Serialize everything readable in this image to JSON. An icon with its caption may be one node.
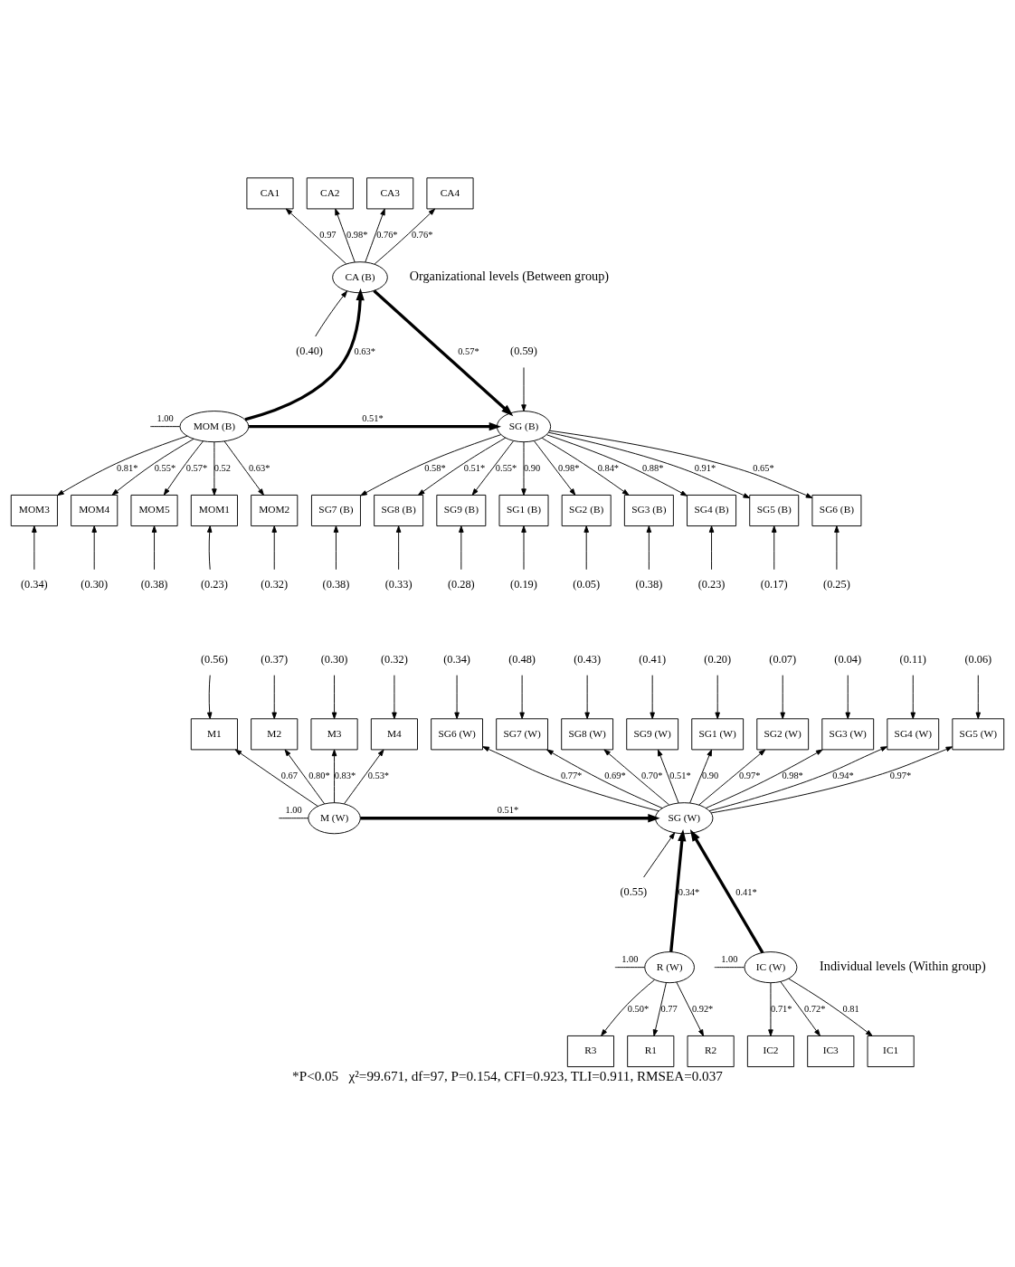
{
  "diagram": {
    "caption": "*P<0.05   χ²=99.671, df=97, P=0.154, CFI=0.923, TLI=0.911, RMSEA=0.037",
    "nodes": [
      {
        "text": [
          "CA1"
        ]
      },
      {
        "text": [
          "CA2"
        ]
      },
      {
        "text": [
          "CA3"
        ]
      },
      {
        "text": [
          "CA4"
        ]
      },
      {
        "text": [
          "CA (B)"
        ]
      },
      {
        "text": [
          "(0.40)"
        ]
      },
      {
        "text": [
          "MOM (B)"
        ]
      },
      {
        "text": [
          "SG (B)"
        ]
      },
      {
        "text": [
          "(0.59)"
        ]
      },
      {
        "text": [
          "MOM1"
        ]
      },
      {
        "text": [
          "MOM2"
        ]
      },
      {
        "text": [
          "MOM3"
        ]
      },
      {
        "text": [
          "MOM4"
        ]
      },
      {
        "text": [
          "MOM5"
        ]
      },
      {
        "text": [
          "SG1 (B)"
        ]
      },
      {
        "text": [
          "SG2 (B)"
        ]
      },
      {
        "text": [
          "SG3 (B)"
        ]
      },
      {
        "text": [
          "SG4 (B)"
        ]
      },
      {
        "text": [
          "SG5 (B)"
        ]
      },
      {
        "text": [
          "SG6 (B)"
        ]
      },
      {
        "text": [
          "SG7 (B)"
        ]
      },
      {
        "text": [
          "SG8 (B)"
        ]
      },
      {
        "text": [
          "SG9 (B)"
        ]
      },
      {
        "text": [
          "(0.23)"
        ]
      },
      {
        "text": [
          "(0.32)"
        ]
      },
      {
        "text": [
          "(0.34)"
        ]
      },
      {
        "text": [
          "(0.30)"
        ]
      },
      {
        "text": [
          "(0.38)"
        ]
      },
      {
        "text": [
          "(0.19)"
        ]
      },
      {
        "text": [
          "(0.05)"
        ]
      },
      {
        "text": [
          "(0.38)"
        ]
      },
      {
        "text": [
          "(0.23)"
        ]
      },
      {
        "text": [
          "(0.17)"
        ]
      },
      {
        "text": [
          "(0.25)"
        ]
      },
      {
        "text": [
          "(0.38)"
        ]
      },
      {
        "text": [
          "(0.33)"
        ]
      },
      {
        "text": [
          "(0.28)"
        ]
      },
      {
        "text": [
          "(0.56)"
        ]
      },
      {
        "text": [
          "(0.37)"
        ]
      },
      {
        "text": [
          "(0.30)"
        ]
      },
      {
        "text": [
          "(0.32)"
        ]
      },
      {
        "text": [
          "(0.20)"
        ]
      },
      {
        "text": [
          "(0.07)"
        ]
      },
      {
        "text": [
          "(0.04)"
        ]
      },
      {
        "text": [
          "(0.11)"
        ]
      },
      {
        "text": [
          "(0.06)"
        ]
      },
      {
        "text": [
          "(0.34)"
        ]
      },
      {
        "text": [
          "(0.48)"
        ]
      },
      {
        "text": [
          "(0.43)"
        ]
      },
      {
        "text": [
          "(0.41)"
        ]
      },
      {
        "text": [
          "M1"
        ]
      },
      {
        "text": [
          "M2"
        ]
      },
      {
        "text": [
          "M3"
        ]
      },
      {
        "text": [
          "M4"
        ]
      },
      {
        "text": [
          "SG1 (W)"
        ]
      },
      {
        "text": [
          "SG2 (W)"
        ]
      },
      {
        "text": [
          "SG3 (W)"
        ]
      },
      {
        "text": [
          "SG4 (W)"
        ]
      },
      {
        "text": [
          "SG5 (W)"
        ]
      },
      {
        "text": [
          "SG6 (W)"
        ]
      },
      {
        "text": [
          "SG7 (W)"
        ]
      },
      {
        "text": [
          "SG8 (W)"
        ]
      },
      {
        "text": [
          "SG9 (W)"
        ]
      },
      {
        "text": [
          "M (W)"
        ]
      },
      {
        "text": [
          "SG (W)"
        ]
      },
      {
        "text": [
          "(0.55)"
        ]
      },
      {
        "text": [
          "R (W)"
        ]
      },
      {
        "text": [
          "IC (W)"
        ]
      },
      {
        "text": [
          "R1"
        ]
      },
      {
        "text": [
          "R2"
        ]
      },
      {
        "text": [
          "R3"
        ]
      },
      {
        "text": [
          "IC1"
        ]
      },
      {
        "text": [
          "IC2"
        ]
      },
      {
        "text": [
          "IC3"
        ]
      }
    ],
    "edges": [
      {
        "from": 4,
        "to": 0,
        "arrow": "to",
        "label": "0.97"
      },
      {
        "from": 4,
        "to": 1,
        "arrow": "to",
        "label": "0.98*"
      },
      {
        "from": 4,
        "to": 2,
        "arrow": "to",
        "label": "0.76*"
      },
      {
        "from": 4,
        "to": 3,
        "arrow": "to",
        "label": "0.76*"
      },
      {
        "from": 5,
        "to": 4,
        "arrow": "to"
      },
      {
        "from": 6,
        "to": 4,
        "arrow": "to",
        "label": "0.63*",
        "style": "thick"
      },
      {
        "from": 4,
        "to": 7,
        "arrow": "to",
        "label": "0.57*",
        "style": "thick"
      },
      {
        "from": 6,
        "to": 7,
        "arrow": "to",
        "label": "0.51*",
        "style": "thick"
      },
      {
        "from": 8,
        "to": 7,
        "arrow": "to"
      },
      {
        "from": null,
        "to": 6,
        "arrow": "none",
        "label": "1.00"
      },
      {
        "from": 6,
        "to": 9,
        "arrow": "to",
        "label": "0.52"
      },
      {
        "from": 6,
        "to": 10,
        "arrow": "to",
        "label": "0.63*"
      },
      {
        "from": 6,
        "to": 11,
        "arrow": "to",
        "label": "0.81*"
      },
      {
        "from": 6,
        "to": 12,
        "arrow": "to",
        "label": "0.55*"
      },
      {
        "from": 6,
        "to": 13,
        "arrow": "to",
        "label": "0.57*"
      },
      {
        "from": 7,
        "to": 14,
        "arrow": "to",
        "label": "0.90"
      },
      {
        "from": 7,
        "to": 15,
        "arrow": "to",
        "label": "0.98*"
      },
      {
        "from": 7,
        "to": 16,
        "arrow": "to",
        "label": "0.84*"
      },
      {
        "from": 7,
        "to": 17,
        "arrow": "to",
        "label": "0.88*"
      },
      {
        "from": 7,
        "to": 18,
        "arrow": "to",
        "label": "0.91*"
      },
      {
        "from": 7,
        "to": 19,
        "arrow": "to",
        "label": "0.65*"
      },
      {
        "from": 7,
        "to": 20,
        "arrow": "to",
        "label": "0.58*"
      },
      {
        "from": 7,
        "to": 21,
        "arrow": "to",
        "label": "0.51*"
      },
      {
        "from": 7,
        "to": 22,
        "arrow": "to",
        "label": "0.55*"
      },
      {
        "from": 23,
        "to": 9,
        "arrow": "to"
      },
      {
        "from": 24,
        "to": 10,
        "arrow": "to"
      },
      {
        "from": 25,
        "to": 11,
        "arrow": "to"
      },
      {
        "from": 26,
        "to": 12,
        "arrow": "to"
      },
      {
        "from": 27,
        "to": 13,
        "arrow": "to"
      },
      {
        "from": 28,
        "to": 14,
        "arrow": "to"
      },
      {
        "from": 29,
        "to": 15,
        "arrow": "to"
      },
      {
        "from": 30,
        "to": 16,
        "arrow": "to"
      },
      {
        "from": 31,
        "to": 17,
        "arrow": "to"
      },
      {
        "from": 32,
        "to": 18,
        "arrow": "to"
      },
      {
        "from": 33,
        "to": 19,
        "arrow": "to"
      },
      {
        "from": 34,
        "to": 20,
        "arrow": "to"
      },
      {
        "from": 35,
        "to": 21,
        "arrow": "to"
      },
      {
        "from": 36,
        "to": 22,
        "arrow": "to"
      },
      {
        "from": 37,
        "to": 50,
        "arrow": "to"
      },
      {
        "from": 38,
        "to": 51,
        "arrow": "to"
      },
      {
        "from": 39,
        "to": 52,
        "arrow": "to"
      },
      {
        "from": 40,
        "to": 53,
        "arrow": "to"
      },
      {
        "from": 41,
        "to": 54,
        "arrow": "to"
      },
      {
        "from": 42,
        "to": 55,
        "arrow": "to"
      },
      {
        "from": 43,
        "to": 56,
        "arrow": "to"
      },
      {
        "from": 44,
        "to": 57,
        "arrow": "to"
      },
      {
        "from": 45,
        "to": 58,
        "arrow": "to"
      },
      {
        "from": 46,
        "to": 59,
        "arrow": "to"
      },
      {
        "from": 47,
        "to": 60,
        "arrow": "to"
      },
      {
        "from": 48,
        "to": 61,
        "arrow": "to"
      },
      {
        "from": 49,
        "to": 62,
        "arrow": "to"
      },
      {
        "from": 63,
        "to": 50,
        "arrow": "to",
        "label": "0.67"
      },
      {
        "from": 63,
        "to": 51,
        "arrow": "to",
        "label": "0.80*"
      },
      {
        "from": 63,
        "to": 52,
        "arrow": "to",
        "label": "0.83*"
      },
      {
        "from": 63,
        "to": 53,
        "arrow": "to",
        "label": "0.53*"
      },
      {
        "from": 64,
        "to": 54,
        "arrow": "to",
        "label": "0.90"
      },
      {
        "from": 64,
        "to": 55,
        "arrow": "to",
        "label": "0.97*"
      },
      {
        "from": 64,
        "to": 56,
        "arrow": "to",
        "label": "0.98*"
      },
      {
        "from": 64,
        "to": 57,
        "arrow": "to",
        "label": "0.94*"
      },
      {
        "from": 64,
        "to": 58,
        "arrow": "to",
        "label": "0.97*"
      },
      {
        "from": 64,
        "to": 59,
        "arrow": "to",
        "label": "0.77*"
      },
      {
        "from": 64,
        "to": 60,
        "arrow": "to",
        "label": "0.69*"
      },
      {
        "from": 64,
        "to": 61,
        "arrow": "to",
        "label": "0.70*"
      },
      {
        "from": 64,
        "to": 62,
        "arrow": "to",
        "label": "0.51*"
      },
      {
        "from": null,
        "to": 63,
        "arrow": "none",
        "label": "1.00"
      },
      {
        "from": 63,
        "to": 64,
        "arrow": "to",
        "label": "0.51*",
        "style": "thick"
      },
      {
        "from": 66,
        "to": 64,
        "arrow": "to",
        "label": "0.34*",
        "style": "thick"
      },
      {
        "from": 67,
        "to": 64,
        "arrow": "to",
        "label": "0.41*",
        "style": "thick"
      },
      {
        "from": 65,
        "to": 64,
        "arrow": "to"
      },
      {
        "from": null,
        "to": 66,
        "arrow": "none",
        "label": "1.00"
      },
      {
        "from": null,
        "to": 67,
        "arrow": "none",
        "label": "1.00"
      },
      {
        "from": 66,
        "to": 68,
        "arrow": "to",
        "label": "0.77"
      },
      {
        "from": 66,
        "to": 69,
        "arrow": "to",
        "label": "0.92*"
      },
      {
        "from": 66,
        "to": 70,
        "arrow": "to",
        "label": "0.50*"
      },
      {
        "from": 67,
        "to": 71,
        "arrow": "to",
        "label": "0.81"
      },
      {
        "from": 67,
        "to": 72,
        "arrow": "to",
        "label": "0.71*"
      },
      {
        "from": 67,
        "to": 73,
        "arrow": "to",
        "label": "0.72*"
      }
    ],
    "labels": [
      "Organizational levels (Between group)",
      "Individual levels (Within group)"
    ]
  }
}
